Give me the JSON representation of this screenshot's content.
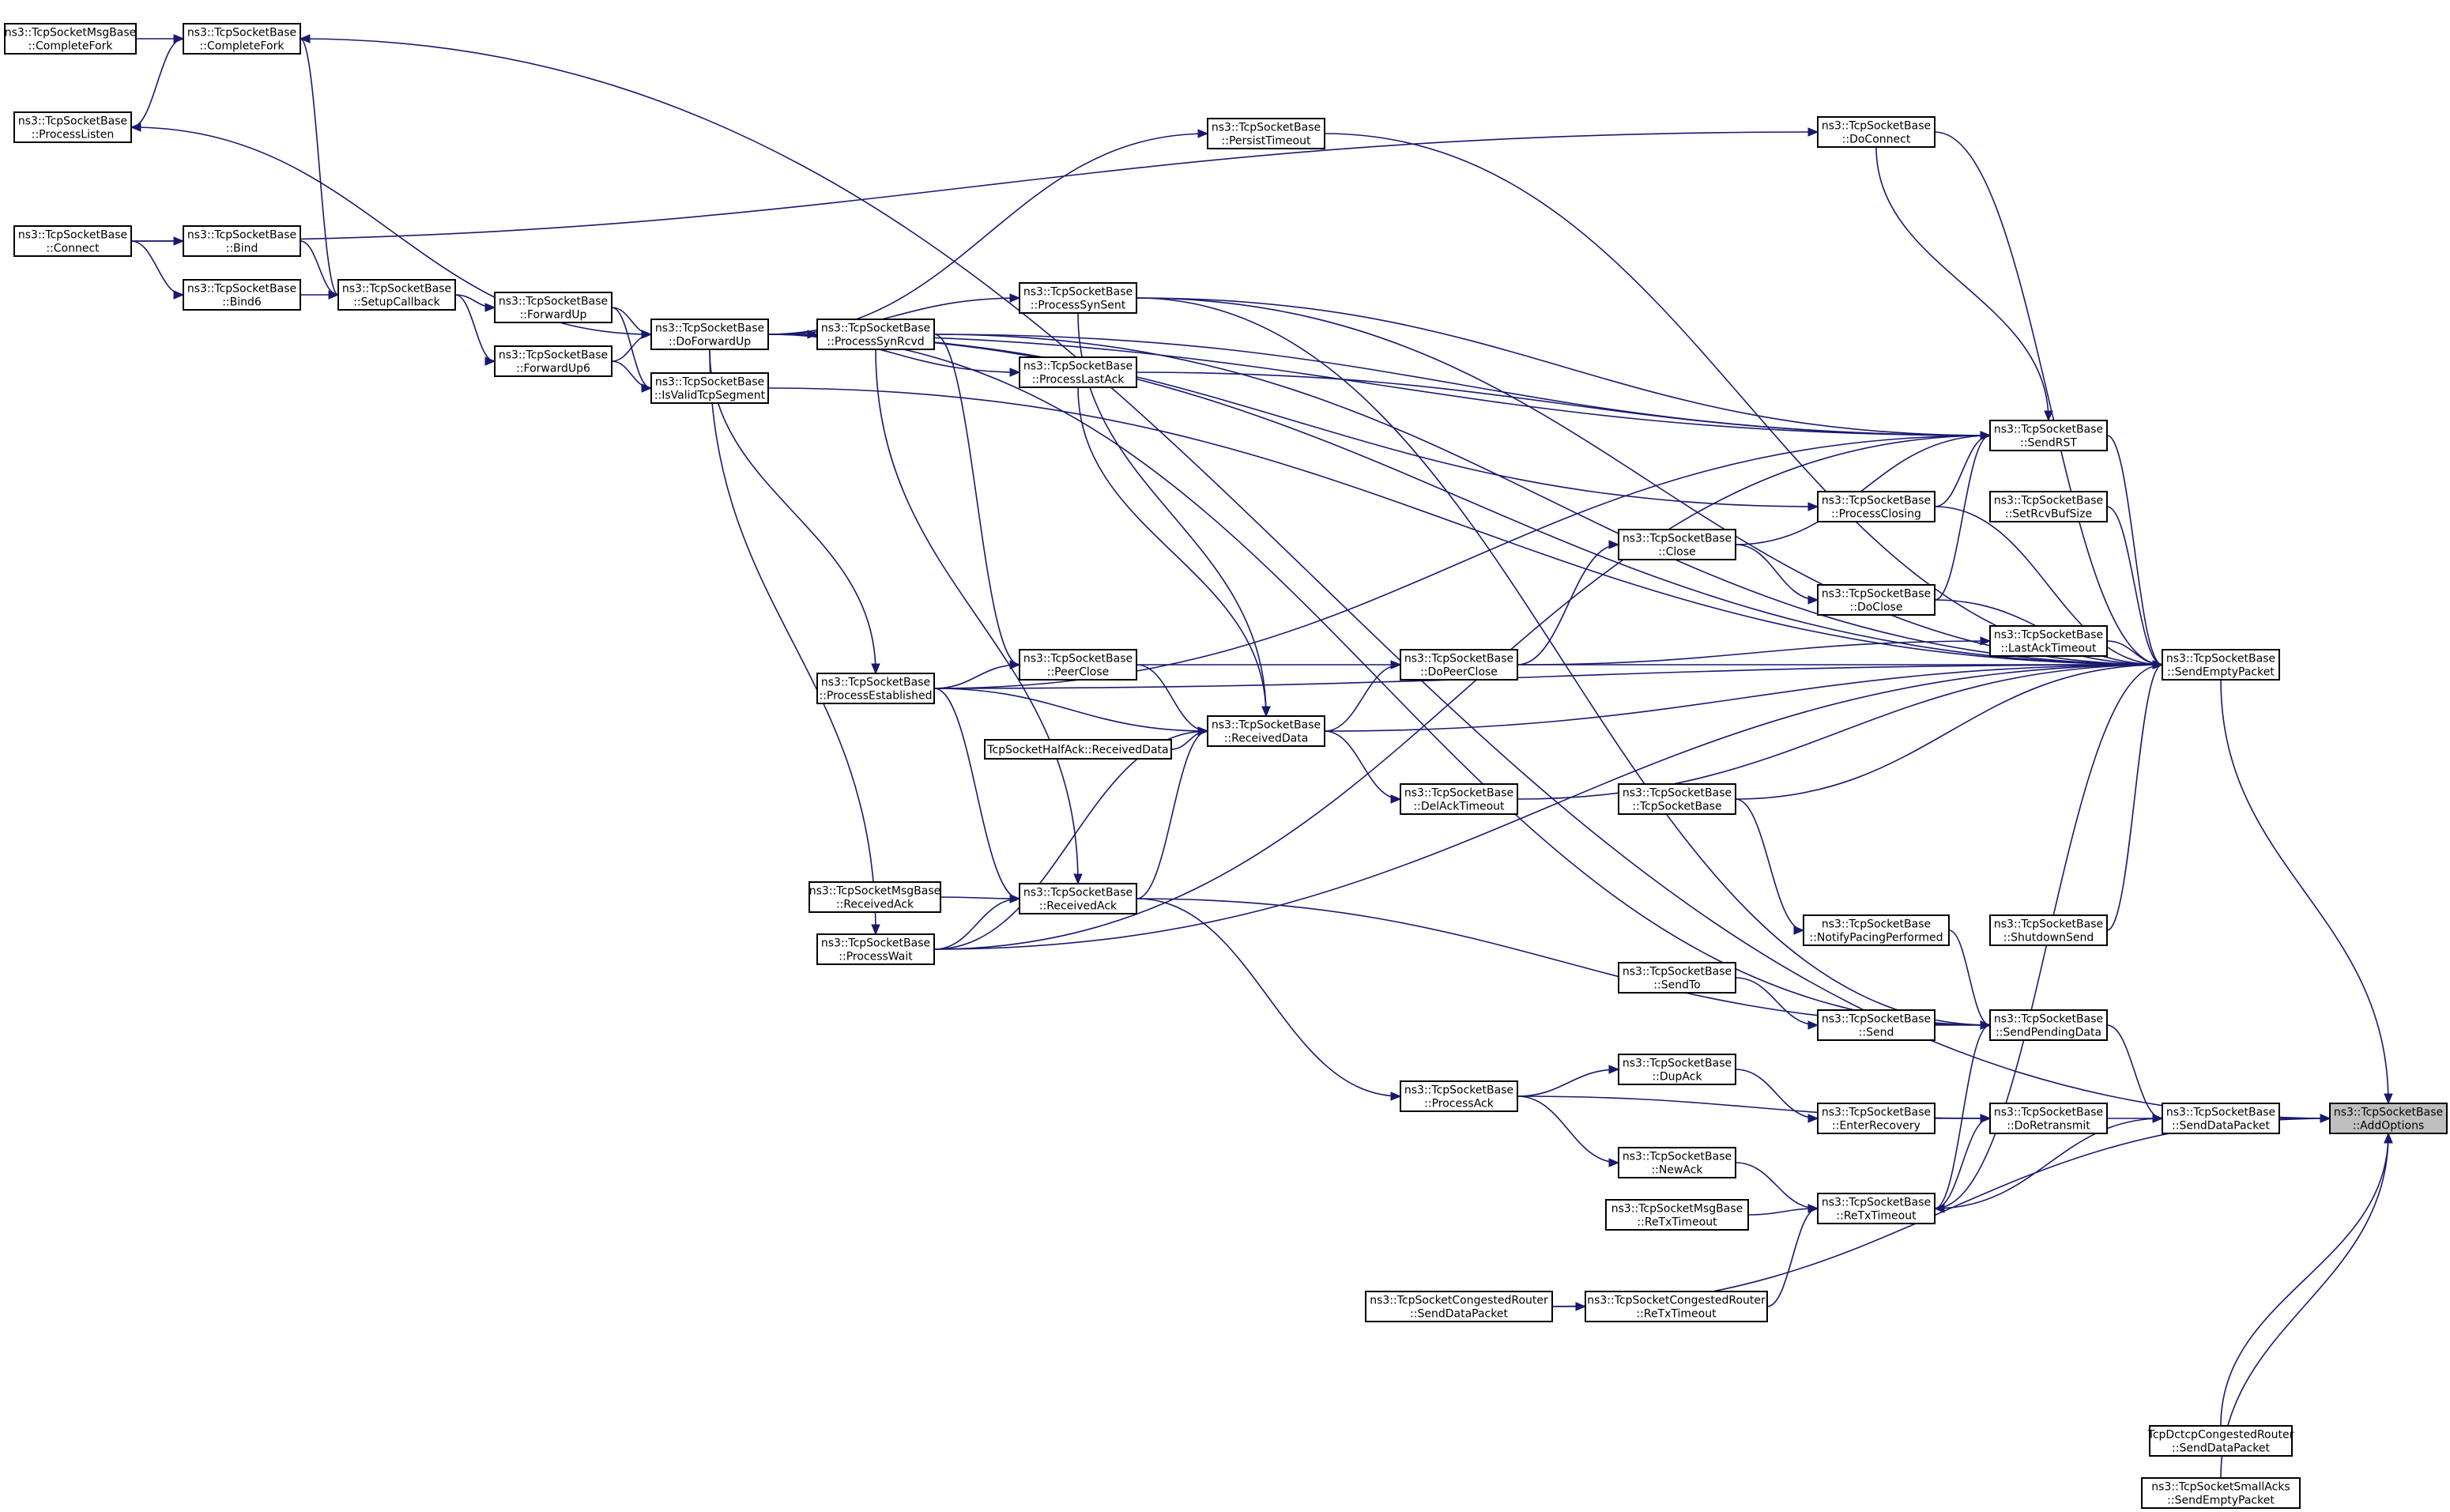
{
  "graph": {
    "root": "AddOptions",
    "nodes": [
      {
        "id": "CompleteForkMsg",
        "lines": [
          "ns3::TcpSocketMsgBase",
          "::CompleteFork"
        ]
      },
      {
        "id": "CompleteFork",
        "lines": [
          "ns3::TcpSocketBase",
          "::CompleteFork"
        ]
      },
      {
        "id": "ProcessListen",
        "lines": [
          "ns3::TcpSocketBase",
          "::ProcessListen"
        ]
      },
      {
        "id": "Connect",
        "lines": [
          "ns3::TcpSocketBase",
          "::Connect"
        ]
      },
      {
        "id": "Bind",
        "lines": [
          "ns3::TcpSocketBase",
          "::Bind"
        ]
      },
      {
        "id": "Bind6",
        "lines": [
          "ns3::TcpSocketBase",
          "::Bind6"
        ]
      },
      {
        "id": "SetupCallback",
        "lines": [
          "ns3::TcpSocketBase",
          "::SetupCallback"
        ]
      },
      {
        "id": "ForwardUp",
        "lines": [
          "ns3::TcpSocketBase",
          "::ForwardUp"
        ]
      },
      {
        "id": "ForwardUp6",
        "lines": [
          "ns3::TcpSocketBase",
          "::ForwardUp6"
        ]
      },
      {
        "id": "DoForwardUp",
        "lines": [
          "ns3::TcpSocketBase",
          "::DoForwardUp"
        ]
      },
      {
        "id": "IsValidTcpSegment",
        "lines": [
          "ns3::TcpSocketBase",
          "::IsValidTcpSegment"
        ]
      },
      {
        "id": "ProcessSynRcvd",
        "lines": [
          "ns3::TcpSocketBase",
          "::ProcessSynRcvd"
        ]
      },
      {
        "id": "PersistTimeout",
        "lines": [
          "ns3::TcpSocketBase",
          "::PersistTimeout"
        ]
      },
      {
        "id": "ProcessSynSent",
        "lines": [
          "ns3::TcpSocketBase",
          "::ProcessSynSent"
        ]
      },
      {
        "id": "ProcessLastAck",
        "lines": [
          "ns3::TcpSocketBase",
          "::ProcessLastAck"
        ]
      },
      {
        "id": "ProcessEstablished",
        "lines": [
          "ns3::TcpSocketBase",
          "::ProcessEstablished"
        ]
      },
      {
        "id": "PeerClose",
        "lines": [
          "ns3::TcpSocketBase",
          "::PeerClose"
        ]
      },
      {
        "id": "HalfAckReceivedData",
        "lines": [
          "TcpSocketHalfAck::ReceivedData"
        ]
      },
      {
        "id": "ReceivedData",
        "lines": [
          "ns3::TcpSocketBase",
          "::ReceivedData"
        ]
      },
      {
        "id": "ReceivedAckMsg",
        "lines": [
          "ns3::TcpSocketMsgBase",
          "::ReceivedAck"
        ]
      },
      {
        "id": "ReceivedAck",
        "lines": [
          "ns3::TcpSocketBase",
          "::ReceivedAck"
        ]
      },
      {
        "id": "ProcessWait",
        "lines": [
          "ns3::TcpSocketBase",
          "::ProcessWait"
        ]
      },
      {
        "id": "DoPeerClose",
        "lines": [
          "ns3::TcpSocketBase",
          "::DoPeerClose"
        ]
      },
      {
        "id": "DelAckTimeout",
        "lines": [
          "ns3::TcpSocketBase",
          "::DelAckTimeout"
        ]
      },
      {
        "id": "ProcessAck",
        "lines": [
          "ns3::TcpSocketBase",
          "::ProcessAck"
        ]
      },
      {
        "id": "Close",
        "lines": [
          "ns3::TcpSocketBase",
          "::Close"
        ]
      },
      {
        "id": "TcpSocketBaseCtor",
        "lines": [
          "ns3::TcpSocketBase",
          "::TcpSocketBase"
        ]
      },
      {
        "id": "SendTo",
        "lines": [
          "ns3::TcpSocketBase",
          "::SendTo"
        ]
      },
      {
        "id": "DupAck",
        "lines": [
          "ns3::TcpSocketBase",
          "::DupAck"
        ]
      },
      {
        "id": "NewAck",
        "lines": [
          "ns3::TcpSocketBase",
          "::NewAck"
        ]
      },
      {
        "id": "ReTxTimeoutMsg",
        "lines": [
          "ns3::TcpSocketMsgBase",
          "::ReTxTimeout"
        ]
      },
      {
        "id": "CongSendDataPacket",
        "lines": [
          "ns3::TcpSocketCongestedRouter",
          "::SendDataPacket"
        ]
      },
      {
        "id": "CongReTxTimeout",
        "lines": [
          "ns3::TcpSocketCongestedRouter",
          "::ReTxTimeout"
        ]
      },
      {
        "id": "DoConnect",
        "lines": [
          "ns3::TcpSocketBase",
          "::DoConnect"
        ]
      },
      {
        "id": "ProcessClosing",
        "lines": [
          "ns3::TcpSocketBase",
          "::ProcessClosing"
        ]
      },
      {
        "id": "DoClose",
        "lines": [
          "ns3::TcpSocketBase",
          "::DoClose"
        ]
      },
      {
        "id": "NotifyPacingPerformed",
        "lines": [
          "ns3::TcpSocketBase",
          "::NotifyPacingPerformed"
        ]
      },
      {
        "id": "Send",
        "lines": [
          "ns3::TcpSocketBase",
          "::Send"
        ]
      },
      {
        "id": "EnterRecovery",
        "lines": [
          "ns3::TcpSocketBase",
          "::EnterRecovery"
        ]
      },
      {
        "id": "ReTxTimeout",
        "lines": [
          "ns3::TcpSocketBase",
          "::ReTxTimeout"
        ]
      },
      {
        "id": "SendRST",
        "lines": [
          "ns3::TcpSocketBase",
          "::SendRST"
        ]
      },
      {
        "id": "SetRcvBufSize",
        "lines": [
          "ns3::TcpSocketBase",
          "::SetRcvBufSize"
        ]
      },
      {
        "id": "LastAckTimeout",
        "lines": [
          "ns3::TcpSocketBase",
          "::LastAckTimeout"
        ]
      },
      {
        "id": "ShutdownSend",
        "lines": [
          "ns3::TcpSocketBase",
          "::ShutdownSend"
        ]
      },
      {
        "id": "SendPendingData",
        "lines": [
          "ns3::TcpSocketBase",
          "::SendPendingData"
        ]
      },
      {
        "id": "DoRetransmit",
        "lines": [
          "ns3::TcpSocketBase",
          "::DoRetransmit"
        ]
      },
      {
        "id": "SendEmptyPacket",
        "lines": [
          "ns3::TcpSocketBase",
          "::SendEmptyPacket"
        ]
      },
      {
        "id": "SendDataPacket",
        "lines": [
          "ns3::TcpSocketBase",
          "::SendDataPacket"
        ]
      },
      {
        "id": "DctcpSendDataPacket",
        "lines": [
          "TcpDctcpCongestedRouter",
          "::SendDataPacket"
        ]
      },
      {
        "id": "SmallAcksSendEmptyPacket",
        "lines": [
          "ns3::TcpSocketSmallAcks",
          "::SendEmptyPacket"
        ]
      },
      {
        "id": "AddOptions",
        "lines": [
          "ns3::TcpSocketBase",
          "::AddOptions"
        ]
      }
    ],
    "edges": [
      [
        "CompleteForkMsg",
        "CompleteFork"
      ],
      [
        "ProcessListen",
        "CompleteFork"
      ],
      [
        "CompleteFork",
        "AddOptions"
      ],
      [
        "SetupCallback",
        "CompleteFork"
      ],
      [
        "DoForwardUp",
        "ProcessListen"
      ],
      [
        "Connect",
        "Bind"
      ],
      [
        "Connect",
        "Bind6"
      ],
      [
        "Connect",
        "DoConnect"
      ],
      [
        "Bind",
        "SetupCallback"
      ],
      [
        "Bind6",
        "SetupCallback"
      ],
      [
        "SetupCallback",
        "ForwardUp"
      ],
      [
        "SetupCallback",
        "ForwardUp6"
      ],
      [
        "ForwardUp",
        "DoForwardUp"
      ],
      [
        "ForwardUp6",
        "DoForwardUp"
      ],
      [
        "ForwardUp",
        "IsValidTcpSegment"
      ],
      [
        "ForwardUp6",
        "IsValidTcpSegment"
      ],
      [
        "DoForwardUp",
        "ProcessSynRcvd"
      ],
      [
        "DoForwardUp",
        "ProcessSynSent"
      ],
      [
        "DoForwardUp",
        "ProcessLastAck"
      ],
      [
        "DoForwardUp",
        "ProcessEstablished"
      ],
      [
        "DoForwardUp",
        "ProcessWait"
      ],
      [
        "DoForwardUp",
        "ProcessClosing"
      ],
      [
        "DoForwardUp",
        "PersistTimeout"
      ],
      [
        "DoForwardUp",
        "SendEmptyPacket"
      ],
      [
        "DoForwardUp",
        "SendPendingData"
      ],
      [
        "DoForwardUp",
        "SendRST"
      ],
      [
        "ProcessSynRcvd",
        "PeerClose"
      ],
      [
        "ProcessSynRcvd",
        "ReceivedAck"
      ],
      [
        "ProcessSynRcvd",
        "SendRST"
      ],
      [
        "ProcessSynRcvd",
        "SendEmptyPacket"
      ],
      [
        "ProcessSynSent",
        "ReceivedData"
      ],
      [
        "ProcessSynSent",
        "SendRST"
      ],
      [
        "ProcessSynSent",
        "SendEmptyPacket"
      ],
      [
        "ProcessSynSent",
        "SendPendingData"
      ],
      [
        "ProcessLastAck",
        "ReceivedData"
      ],
      [
        "ProcessLastAck",
        "SendRST"
      ],
      [
        "ProcessEstablished",
        "PeerClose"
      ],
      [
        "ProcessEstablished",
        "ReceivedData"
      ],
      [
        "ProcessEstablished",
        "ReceivedAck"
      ],
      [
        "ProcessEstablished",
        "SendRST"
      ],
      [
        "ProcessEstablished",
        "SendEmptyPacket"
      ],
      [
        "PeerClose",
        "ReceivedData"
      ],
      [
        "PeerClose",
        "DoPeerClose"
      ],
      [
        "HalfAckReceivedData",
        "ReceivedData"
      ],
      [
        "ReceivedData",
        "DoPeerClose"
      ],
      [
        "ReceivedData",
        "DelAckTimeout"
      ],
      [
        "ReceivedData",
        "SendEmptyPacket"
      ],
      [
        "ReceivedAck",
        "ReceivedData"
      ],
      [
        "ReceivedAckMsg",
        "ReceivedAck"
      ],
      [
        "ReceivedAck",
        "ProcessAck"
      ],
      [
        "ReceivedAck",
        "SendPendingData"
      ],
      [
        "ProcessWait",
        "ReceivedAck"
      ],
      [
        "ProcessWait",
        "ReceivedData"
      ],
      [
        "ProcessWait",
        "SendRST"
      ],
      [
        "ProcessWait",
        "SendEmptyPacket"
      ],
      [
        "DoPeerClose",
        "Close"
      ],
      [
        "DoPeerClose",
        "LastAckTimeout"
      ],
      [
        "DoPeerClose",
        "SendEmptyPacket"
      ],
      [
        "DelAckTimeout",
        "SendEmptyPacket"
      ],
      [
        "ProcessAck",
        "DupAck"
      ],
      [
        "ProcessAck",
        "NewAck"
      ],
      [
        "ProcessAck",
        "DoRetransmit"
      ],
      [
        "Close",
        "DoClose"
      ],
      [
        "Close",
        "SendRST"
      ],
      [
        "DoClose",
        "SendRST"
      ],
      [
        "DoClose",
        "SendEmptyPacket"
      ],
      [
        "TcpSocketBaseCtor",
        "NotifyPacingPerformed"
      ],
      [
        "TcpSocketBaseCtor",
        "SendEmptyPacket"
      ],
      [
        "NotifyPacingPerformed",
        "SendPendingData"
      ],
      [
        "SendTo",
        "Send"
      ],
      [
        "Send",
        "SendPendingData"
      ],
      [
        "DupAck",
        "EnterRecovery"
      ],
      [
        "EnterRecovery",
        "DoRetransmit"
      ],
      [
        "NewAck",
        "ReTxTimeout"
      ],
      [
        "ReTxTimeoutMsg",
        "ReTxTimeout"
      ],
      [
        "CongReTxTimeout",
        "ReTxTimeout"
      ],
      [
        "CongSendDataPacket",
        "CongReTxTimeout"
      ],
      [
        "CongSendDataPacket",
        "AddOptions"
      ],
      [
        "ReTxTimeout",
        "SendPendingData"
      ],
      [
        "ReTxTimeout",
        "DoRetransmit"
      ],
      [
        "ReTxTimeout",
        "SendEmptyPacket"
      ],
      [
        "DoConnect",
        "SendRST"
      ],
      [
        "DoConnect",
        "SendEmptyPacket"
      ],
      [
        "ProcessClosing",
        "SendRST"
      ],
      [
        "ProcessClosing",
        "SendEmptyPacket"
      ],
      [
        "PersistTimeout",
        "SendEmptyPacket"
      ],
      [
        "SendRST",
        "SendEmptyPacket"
      ],
      [
        "SetRcvBufSize",
        "SendEmptyPacket"
      ],
      [
        "LastAckTimeout",
        "SendEmptyPacket"
      ],
      [
        "ShutdownSend",
        "SendEmptyPacket"
      ],
      [
        "SendPendingData",
        "SendDataPacket"
      ],
      [
        "DoRetransmit",
        "SendDataPacket"
      ],
      [
        "SendDataPacket",
        "ReTxTimeout"
      ],
      [
        "SendDataPacket",
        "AddOptions"
      ],
      [
        "SendEmptyPacket",
        "AddOptions"
      ],
      [
        "IsValidTcpSegment",
        "SendEmptyPacket"
      ],
      [
        "DctcpSendDataPacket",
        "AddOptions"
      ],
      [
        "SmallAcksSendEmptyPacket",
        "AddOptions"
      ]
    ]
  }
}
